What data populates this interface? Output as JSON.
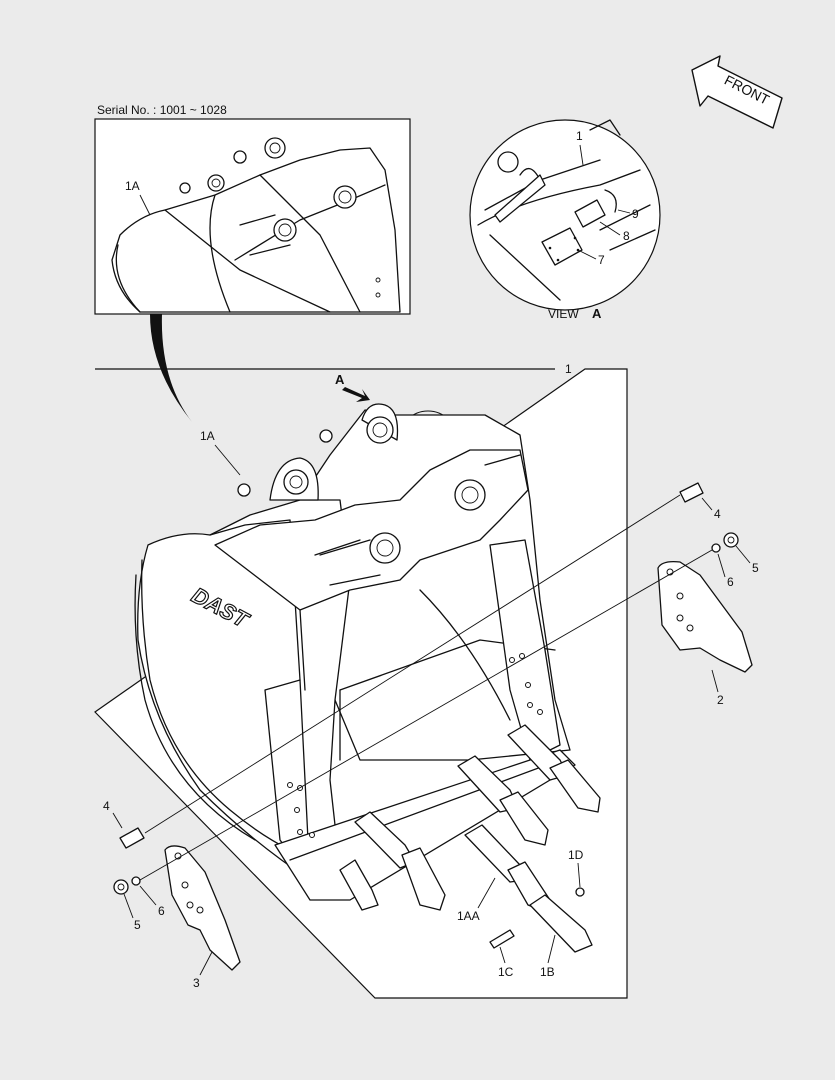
{
  "inset": {
    "serial_text": "Serial No. : 1001 ~ 1028",
    "part_label": "1A"
  },
  "view_a": {
    "caption": "VIEW",
    "letter": "A",
    "labels": [
      "1",
      "9",
      "8",
      "7"
    ]
  },
  "front_arrow": {
    "text": "FRONT"
  },
  "main": {
    "view_marker": "A",
    "assembly_label": "1",
    "brand_text": "DAST"
  },
  "callouts": {
    "c_1A": "1A",
    "c_4_right": "4",
    "c_5_right": "5",
    "c_6_right": "6",
    "c_2": "2",
    "c_4_left": "4",
    "c_6_left": "6",
    "c_5_left": "5",
    "c_3": "3",
    "c_1D": "1D",
    "c_1AA": "1AA",
    "c_1C": "1C",
    "c_1B": "1B"
  }
}
